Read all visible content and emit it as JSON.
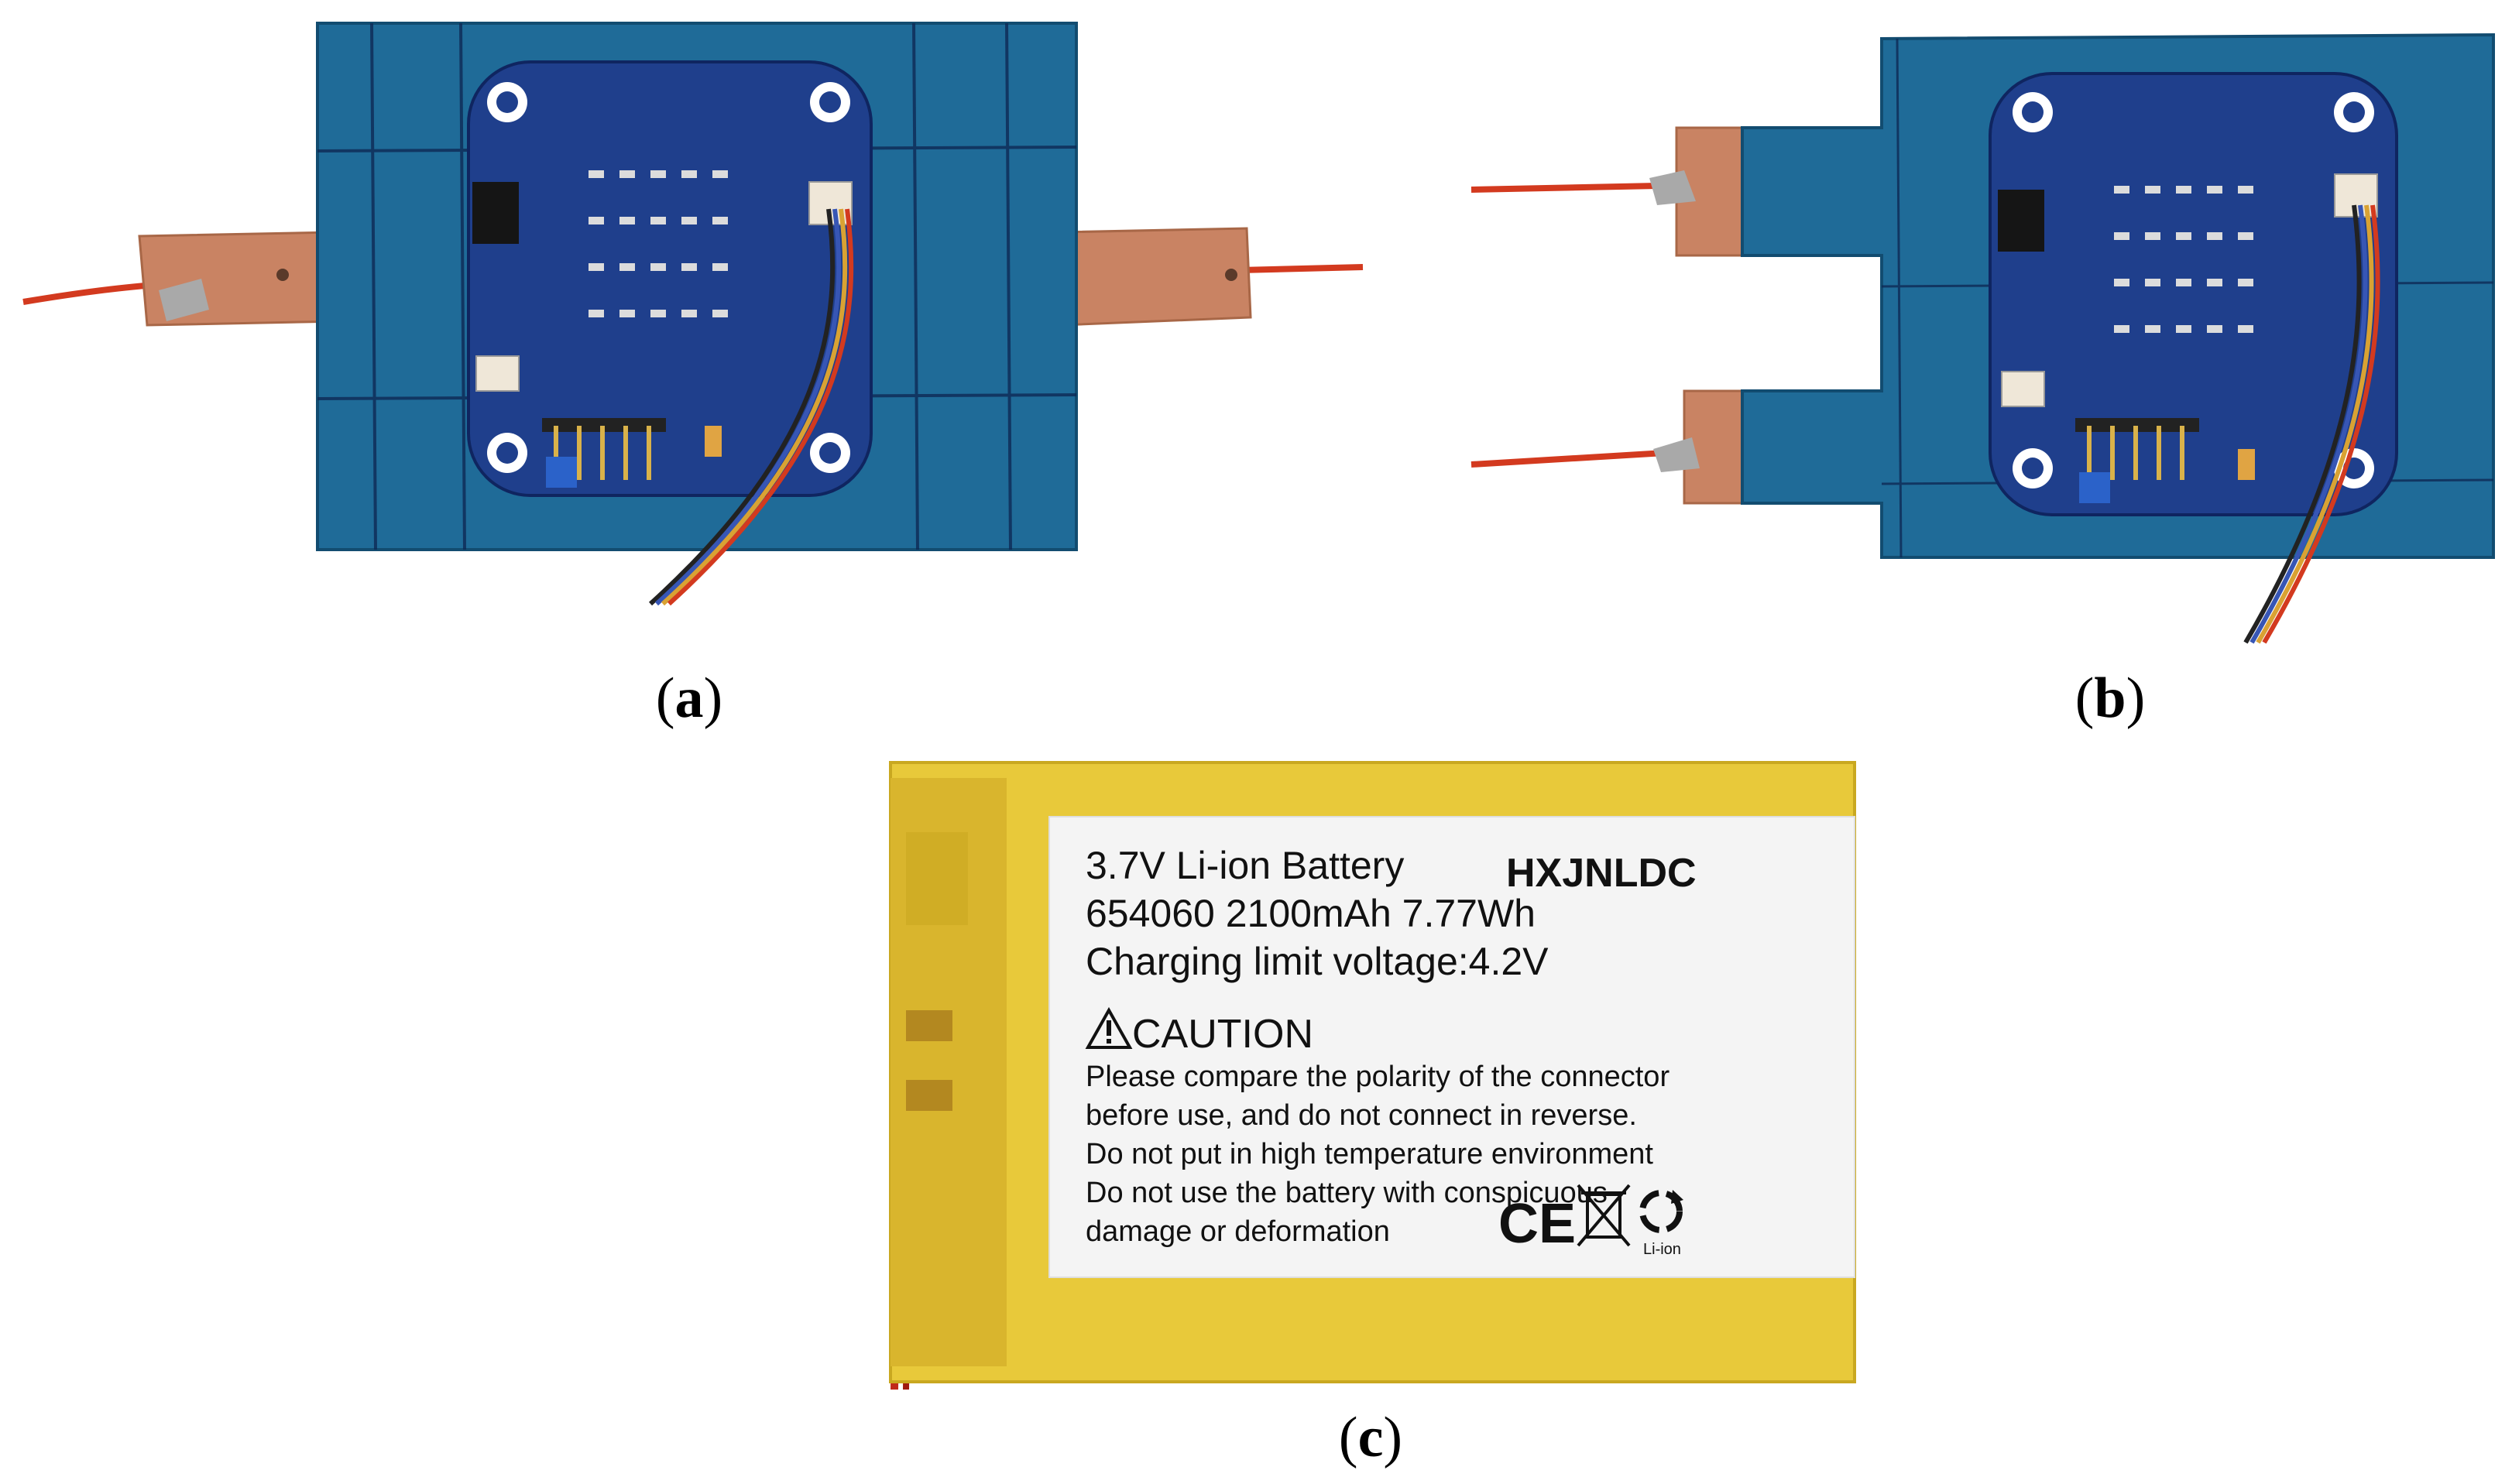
{
  "panels": [
    {
      "id": "a",
      "caption_letter": "a"
    },
    {
      "id": "b",
      "caption_letter": "b"
    },
    {
      "id": "c",
      "caption_letter": "c"
    }
  ],
  "battery_label": {
    "line1": "3.7V Li-ion Battery",
    "brand": "HXJNLDC",
    "line2": "654060 2100mAh 7.77Wh",
    "line3": "Charging limit voltage:4.2V",
    "caution_title": "CAUTION",
    "warning_lines": [
      "Please compare the polarity of the connector",
      "before use, and do not connect in reverse.",
      "Do not put in high temperature environment",
      "Do not use the battery with conspicuous",
      "damage or deformation"
    ],
    "ce_mark": "CE",
    "recycle_text": "Li-ion"
  },
  "colors": {
    "substrate_blue": "#1f6b98",
    "pcb_blue": "#1f3f8c",
    "copper": "#c98363",
    "wire_red": "#d33a1f",
    "battery_yellow": "#e8c93a",
    "label_white": "#f4f4f4"
  }
}
